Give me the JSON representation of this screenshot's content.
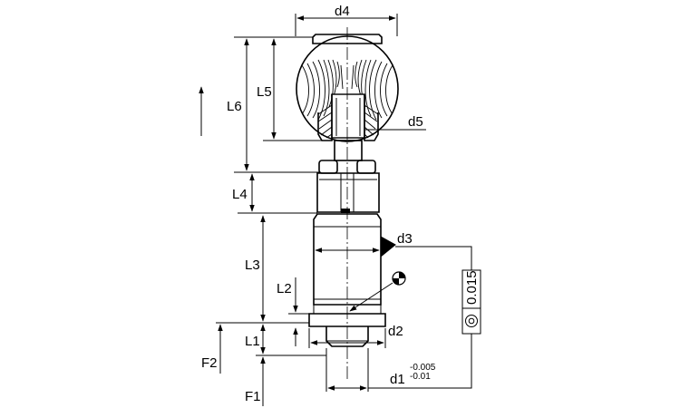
{
  "diagram": {
    "labels": {
      "d4": "d4",
      "d5": "d5",
      "d3": "d3",
      "d2": "d2",
      "d1": "d1",
      "L6": "L6",
      "L5": "L5",
      "L4": "L4",
      "L3": "L3",
      "L2": "L2",
      "L1": "L1",
      "F1": "F1",
      "F2": "F2"
    },
    "tolerance": {
      "upper": "-0.005",
      "lower": "-0.01"
    },
    "feature_control_frame": {
      "symbol": "concentricity-symbol",
      "value": "0.015"
    },
    "symbols": [
      "center-of-gravity-symbol",
      "datum-triangle",
      "direction-arrow"
    ]
  }
}
